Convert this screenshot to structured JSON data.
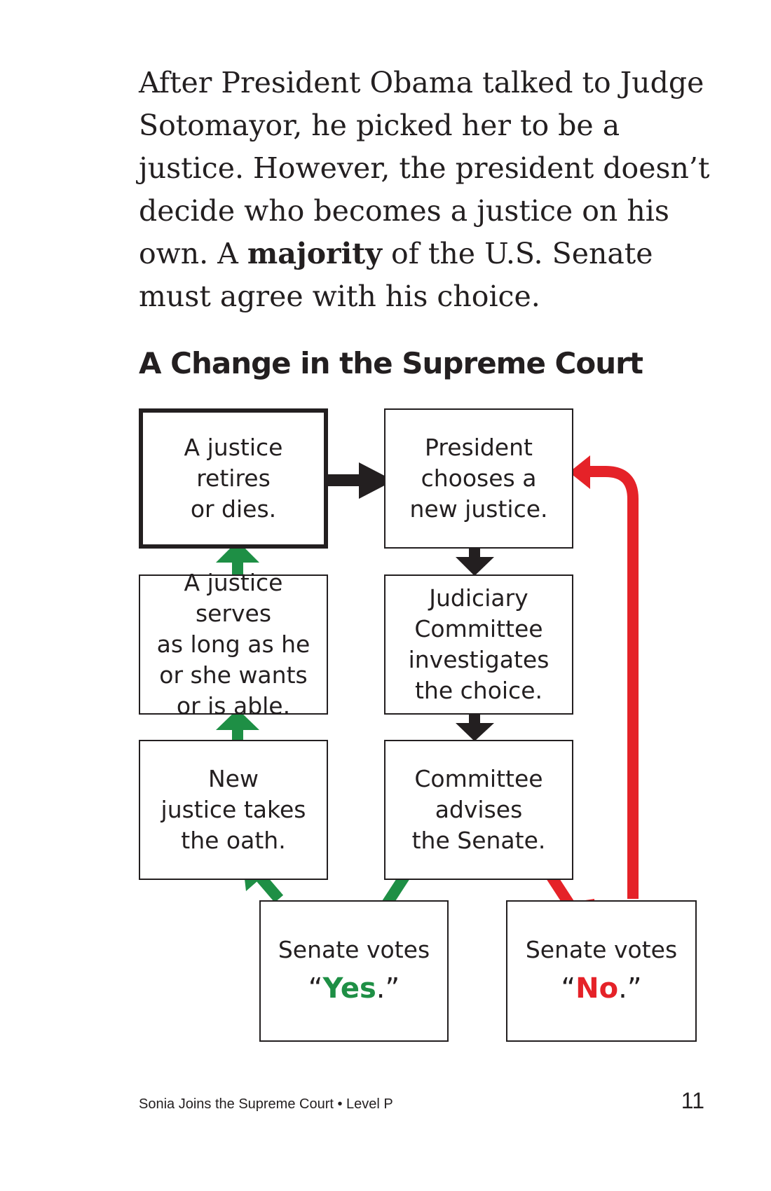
{
  "paragraph": {
    "part1": "After President Obama talked to Judge Sotomayor, he picked her to be a justice. However, the president doesn’t decide who becomes a justice on his own. A ",
    "bold": "majority",
    "part2": " of the U.S. Senate must agree with his choice."
  },
  "diagram": {
    "title": "A Change in the Supreme Court",
    "boxes": {
      "retires": "A justice\nretires\nor dies.",
      "chooses": "President\nchooses a\nnew justice.",
      "serves": "A justice serves\nas long as he\nor she wants\nor is able.",
      "investigates": "Judiciary\nCommittee\ninvestigates\nthe choice.",
      "oath": "New\njustice takes\nthe oath.",
      "advises": "Committee\nadvises\nthe Senate.",
      "votes_yes": {
        "label": "Senate votes",
        "open_quote": "“",
        "word": "Yes",
        "close_quote": ".”"
      },
      "votes_no": {
        "label": "Senate votes",
        "open_quote": "“",
        "word": "No",
        "close_quote": ".”"
      }
    },
    "colors": {
      "green": "#1e8f45",
      "red": "#e52228",
      "black": "#231f20"
    }
  },
  "footer": {
    "book": "Sonia Joins the Supreme Court • Level P",
    "page_number": "11"
  }
}
